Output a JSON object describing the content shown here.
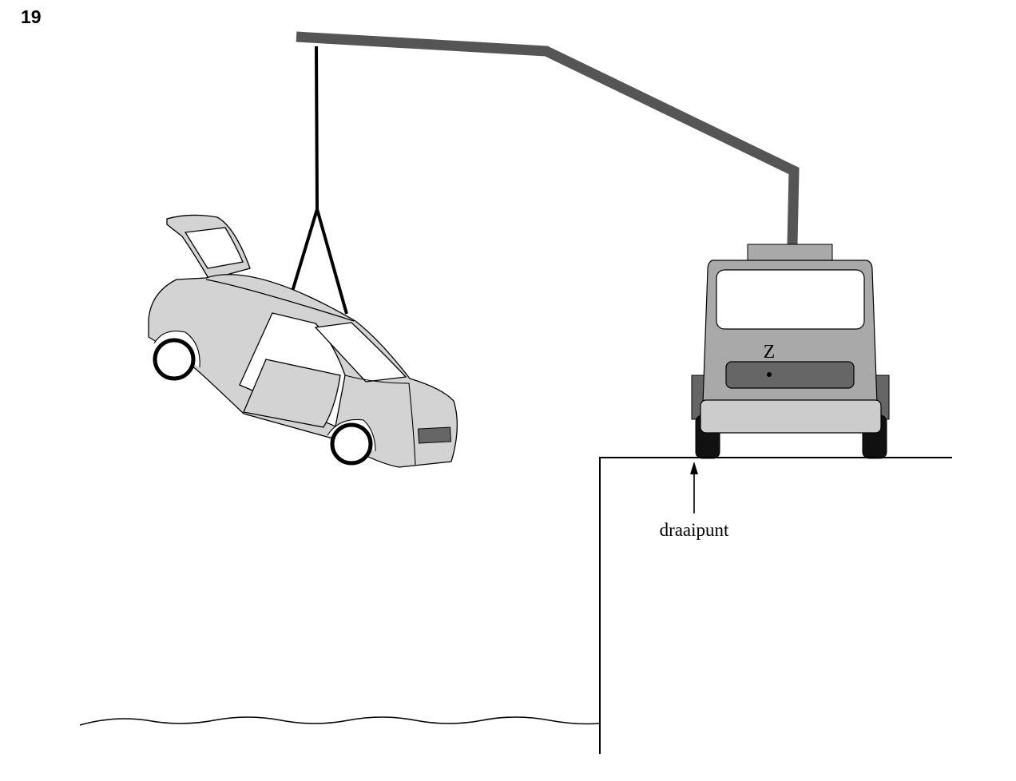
{
  "figure_number": "19",
  "labels": {
    "center_of_gravity": "Z",
    "pivot": "draaipunt"
  },
  "colors": {
    "crane_arm": "#555555",
    "car_body": "#d3d3d3",
    "truck_body": "#a9a9a9",
    "truck_dark": "#666666",
    "truck_bumper": "#cccccc",
    "outline": "#000000"
  }
}
